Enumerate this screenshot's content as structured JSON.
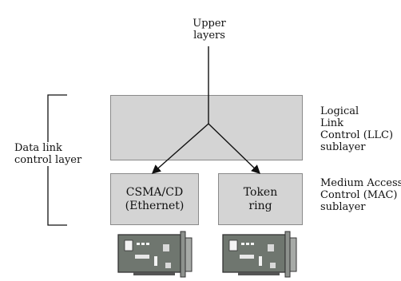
{
  "top_label": {
    "line1": "Upper",
    "line2": "layers"
  },
  "left_label": {
    "line1": "Data link",
    "line2": "control layer"
  },
  "llc_label": {
    "line1": "Logical",
    "line2": "Link",
    "line3": "Control (LLC)",
    "line4": "sublayer"
  },
  "mac_label": {
    "line1": "Medium Access",
    "line2": "Control (MAC)",
    "line3": "sublayer"
  },
  "boxes": {
    "csma": {
      "line1": "CSMA/CD",
      "line2": "(Ethernet)"
    },
    "token": {
      "line1": "Token",
      "line2": "ring"
    }
  },
  "colors": {
    "box_fill": "#d4d4d4",
    "box_border": "#8a8a8a",
    "card_fill": "#6f766f",
    "lines": "#111111"
  },
  "icons": {
    "network_card_left": "network-card-icon",
    "network_card_right": "network-card-icon"
  }
}
